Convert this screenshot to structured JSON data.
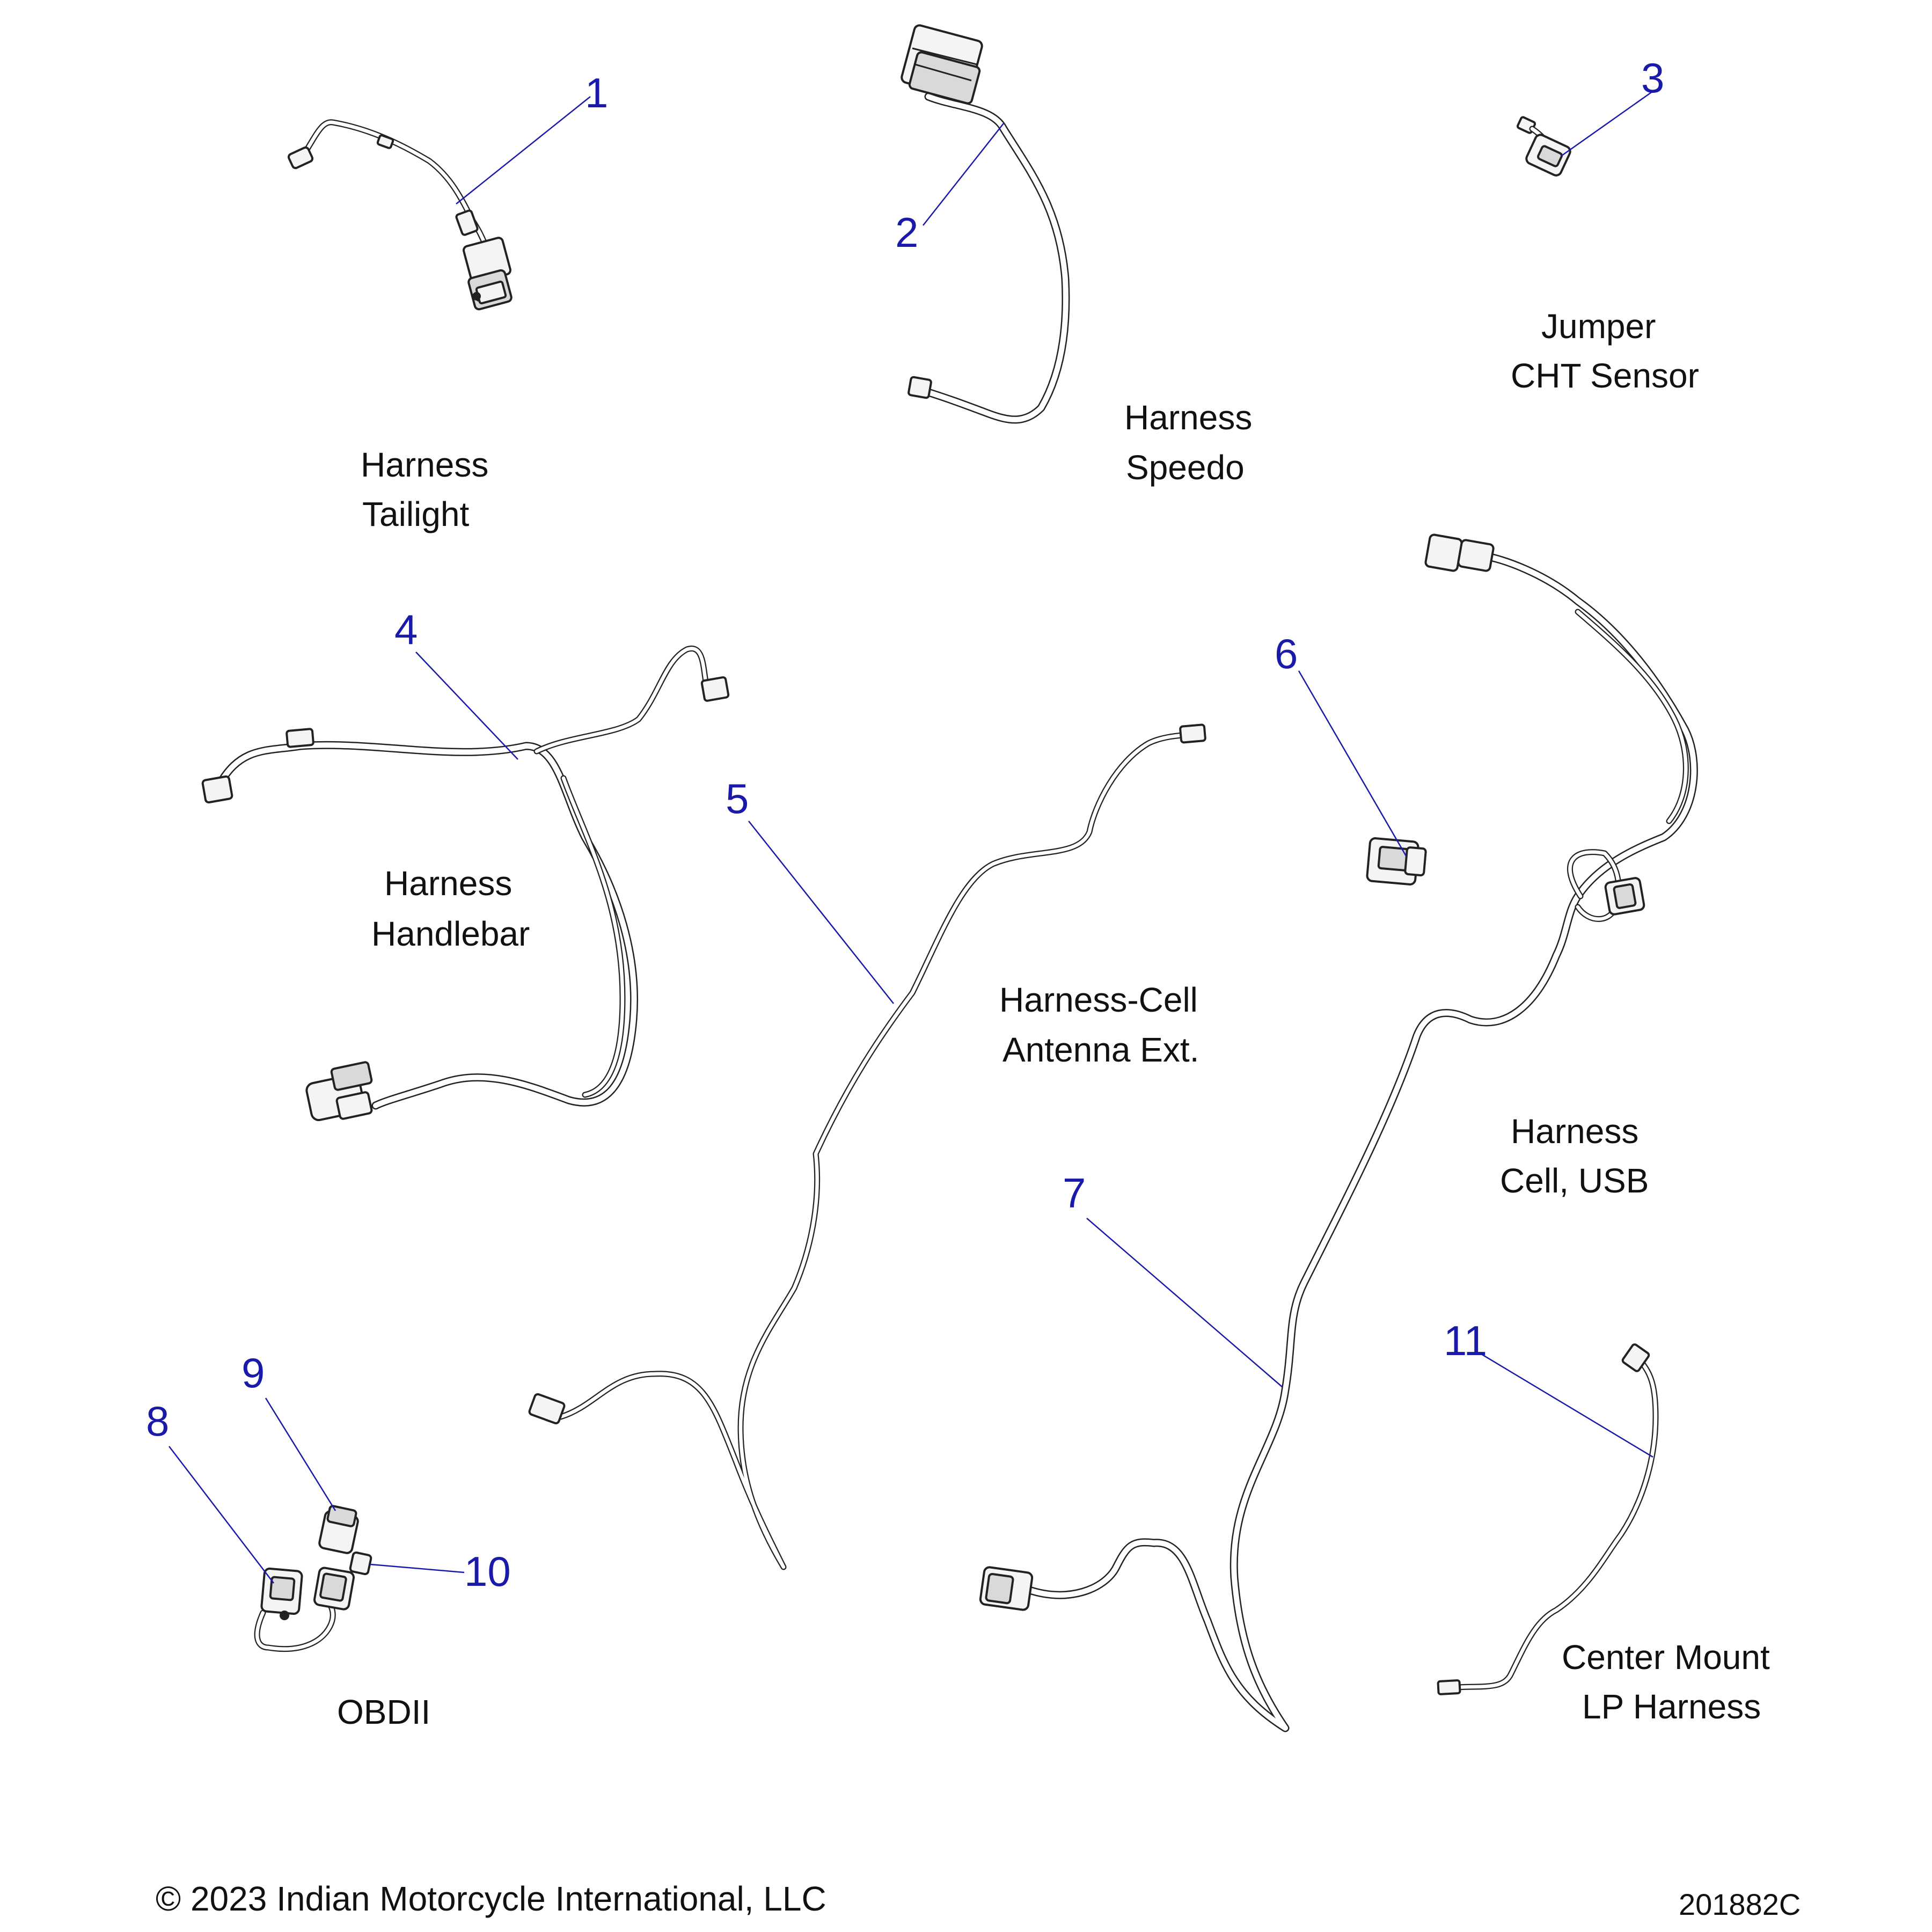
{
  "callouts": [
    {
      "id": "1",
      "label": "1"
    },
    {
      "id": "2",
      "label": "2"
    },
    {
      "id": "3",
      "label": "3"
    },
    {
      "id": "4",
      "label": "4"
    },
    {
      "id": "5",
      "label": "5"
    },
    {
      "id": "6",
      "label": "6"
    },
    {
      "id": "7",
      "label": "7"
    },
    {
      "id": "8",
      "label": "8"
    },
    {
      "id": "9",
      "label": "9"
    },
    {
      "id": "10",
      "label": "10"
    },
    {
      "id": "11",
      "label": "11"
    }
  ],
  "captions": {
    "tailight": [
      "Harness",
      "Tailight"
    ],
    "speedo": [
      "Harness",
      "Speedo"
    ],
    "jumper": [
      "Jumper",
      "CHT Sensor"
    ],
    "handlebar": [
      "Harness",
      "Handlebar"
    ],
    "antenna": [
      "Harness-Cell",
      "Antenna Ext."
    ],
    "cell_usb": [
      "Harness",
      "Cell, USB"
    ],
    "obdii": [
      "OBDII"
    ],
    "center_mount": [
      "Center Mount",
      "LP Harness"
    ]
  },
  "footer": {
    "copyright": "© 2023 Indian Motorcycle International, LLC",
    "code": "201882C"
  }
}
